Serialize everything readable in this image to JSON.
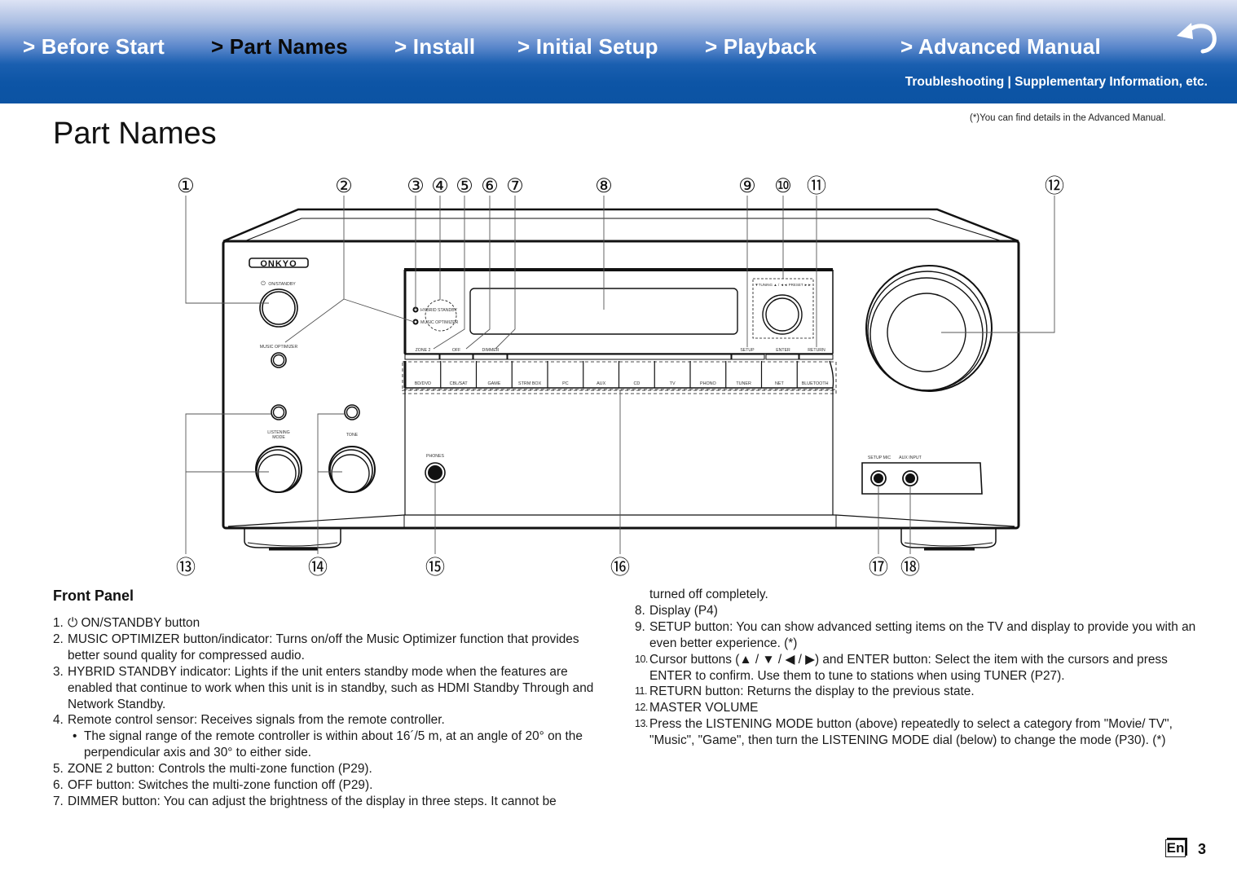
{
  "nav": {
    "items": [
      {
        "label": "> Before Start",
        "active": false
      },
      {
        "label": "> Part Names",
        "active": true
      },
      {
        "label": "> Install",
        "active": false
      },
      {
        "label": "> Initial Setup",
        "active": false
      },
      {
        "label": "> Playback",
        "active": false
      },
      {
        "label": "> Advanced Manual",
        "active": false
      }
    ],
    "sub_links": [
      "Troubleshooting",
      " | ",
      "Supplementary Information, etc."
    ],
    "back_icon": "return-arrow-icon",
    "colors": {
      "header_top": "#dde3f4",
      "header_bottom": "#0b53a3",
      "nav_text": "#ffffff",
      "active_text": "#0a0a0a"
    }
  },
  "note": "(*)You can find details in the Advanced Manual.",
  "page_title": "Part Names",
  "diagram": {
    "callouts_top": [
      "①",
      "②",
      "③",
      "④",
      "⑤",
      "⑥",
      "⑦",
      "⑧",
      "⑨",
      "⑩",
      "⑪",
      "⑫"
    ],
    "callouts_bottom": [
      "⑬",
      "⑭",
      "⑮",
      "⑯",
      "⑰",
      "⑱"
    ],
    "brand": "ONKYO",
    "labels": {
      "on_standby": "ON/STANDBY",
      "music_optimizer": "MUSIC OPTIMIZER",
      "listening_mode_1": "LISTENING",
      "listening_mode_2": "MODE",
      "tone": "TONE",
      "hybrid_standby": "HYBRID STANDBY",
      "music_optimizer_ind": "MUSIC OPTIMIZER",
      "zone2": "ZONE 2",
      "off": "OFF",
      "dimmer": "DIMMER",
      "tuning_preset": "▼TUNING ▲ / ◄◄ PRESET ►►",
      "setup": "SETUP",
      "enter": "ENTER",
      "return": "RETURN",
      "phones": "PHONES",
      "setup_mic": "SETUP MIC",
      "aux_input": "AUX INPUT"
    },
    "input_selectors": [
      "BD/DVD",
      "CBL/SAT",
      "GAME",
      "STRM BOX",
      "PC",
      "AUX",
      "CD",
      "TV",
      "PHONO",
      "TUNER",
      "NET",
      "BLUETOOTH"
    ]
  },
  "front_panel": {
    "title": "Front Panel",
    "left": [
      {
        "num": "1.",
        "text": "⏻ ON/STANDBY button"
      },
      {
        "num": "2.",
        "text": "MUSIC OPTIMIZER button/indicator: Turns on/off the Music Optimizer function that provides better sound quality for compressed audio."
      },
      {
        "num": "3.",
        "text": "HYBRID STANDBY indicator: Lights if the unit enters standby mode when the features are enabled that continue to work when this unit is in standby, such as HDMI Standby Through and Network Standby."
      },
      {
        "num": "4.",
        "text": "Remote control sensor: Receives signals from the remote controller."
      },
      {
        "bullet": "•",
        "text": "The signal range of the remote controller is within about 16´/5 m, at an angle of 20° on the perpendicular axis and 30° to either side."
      },
      {
        "num": "5.",
        "text": "ZONE 2 button: Controls the multi-zone function (P29)."
      },
      {
        "num": "6.",
        "text": "OFF button: Switches the multi-zone function off (P29)."
      },
      {
        "num": "7.",
        "text": "DIMMER button: You can adjust the brightness of the display in three steps. It cannot be"
      }
    ],
    "right": [
      {
        "cont": "turned off completely."
      },
      {
        "num": "8.",
        "text": "Display (P4)"
      },
      {
        "num": "9.",
        "text": "SETUP button: You can show advanced setting items on the TV and display to provide you with an even better experience. (*)"
      },
      {
        "num": "10.",
        "text": "Cursor buttons (▲ / ▼ / ◀ / ▶) and ENTER button: Select the item with the cursors and press ENTER to confirm. Use them to tune to stations when using TUNER (P27)."
      },
      {
        "num": "11.",
        "text": "RETURN button: Returns the display to the previous state."
      },
      {
        "num": "12.",
        "text": "MASTER VOLUME"
      },
      {
        "num": "13.",
        "text": "Press the LISTENING MODE button (above) repeatedly to select a category from \"Movie/ TV\", \"Music\", \"Game\", then turn the LISTENING MODE dial (below) to change the mode (P30). (*)"
      }
    ]
  },
  "footer": {
    "language": "En",
    "page_number": "3"
  }
}
